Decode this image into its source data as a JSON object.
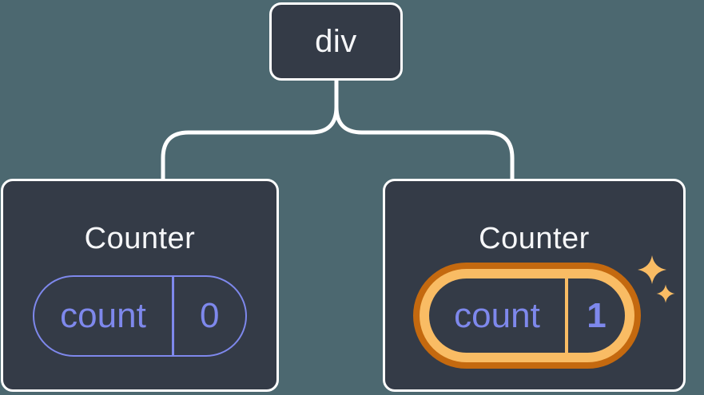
{
  "diagram": {
    "root_node": {
      "label": "div"
    },
    "nodes": [
      {
        "title": "Counter",
        "state": {
          "key": "count",
          "value": "0"
        },
        "highlighted": false
      },
      {
        "title": "Counter",
        "state": {
          "key": "count",
          "value": "1"
        },
        "highlighted": true
      }
    ]
  },
  "icons": {
    "sparkles": "sparkles-icon"
  },
  "colors": {
    "background": "#4C6870",
    "node_fill": "#343B47",
    "node_border": "#FFFFFF",
    "connector": "#FFFFFF",
    "state_purple": "#7E88EC",
    "highlight_dark_orange": "#C4690F",
    "highlight_light_orange": "#F9BC64",
    "sparkle": "#F9BC64",
    "text_primary": "#F6F7F9"
  }
}
